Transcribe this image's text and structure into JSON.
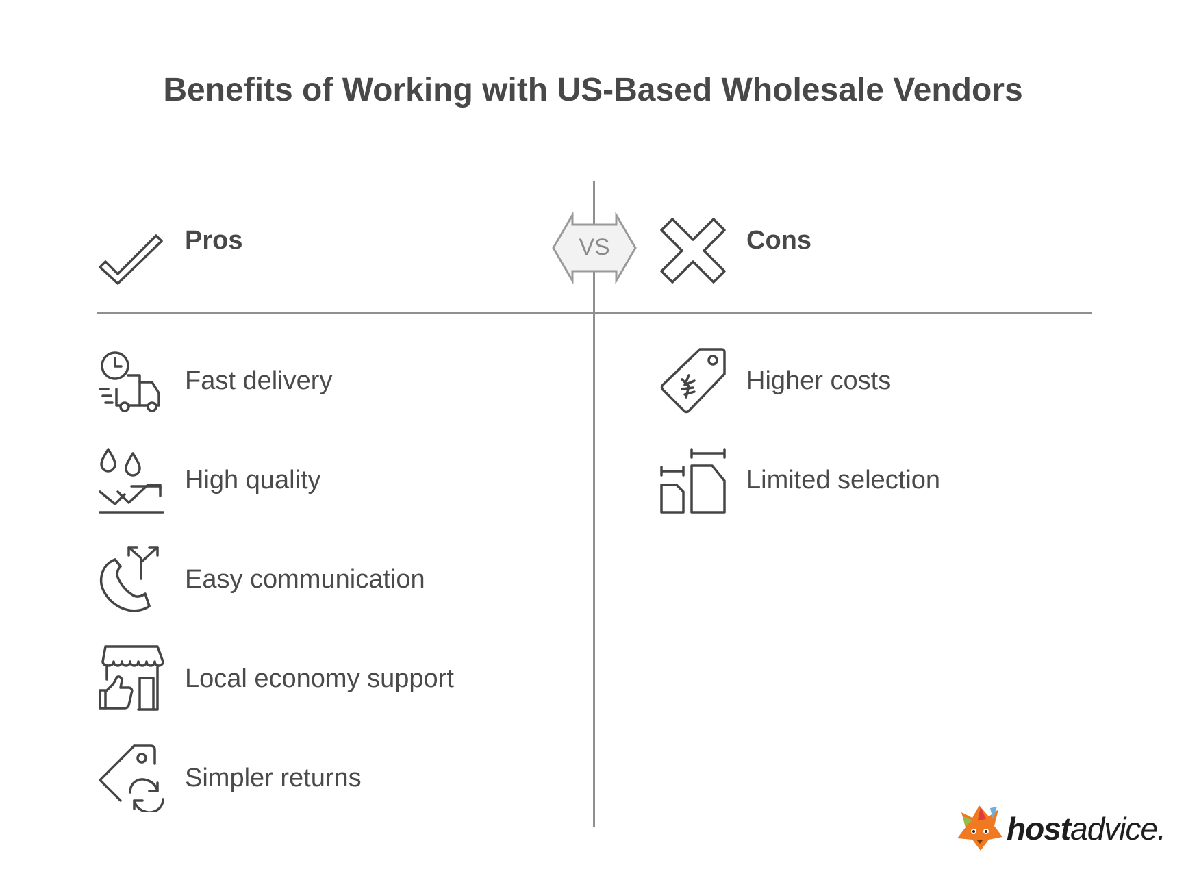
{
  "title": "Benefits of Working with US-Based Wholesale Vendors",
  "vs_label": "VS",
  "pros": {
    "heading": "Pros",
    "heading_icon": "checkmark-icon",
    "items": [
      {
        "label": "Fast delivery",
        "icon": "delivery-truck-clock-icon"
      },
      {
        "label": "High quality",
        "icon": "quality-drops-trend-icon"
      },
      {
        "label": "Easy communication",
        "icon": "phone-arrows-icon"
      },
      {
        "label": "Local economy support",
        "icon": "storefront-thumbs-up-icon"
      },
      {
        "label": "Simpler returns",
        "icon": "tag-return-icon"
      }
    ]
  },
  "cons": {
    "heading": "Cons",
    "heading_icon": "x-mark-icon",
    "items": [
      {
        "label": "Higher costs",
        "icon": "price-tag-yen-icon"
      },
      {
        "label": "Limited selection",
        "icon": "limited-sizes-icon"
      }
    ]
  },
  "logo": {
    "brand_bold": "host",
    "brand_light": "advice."
  },
  "colors": {
    "text": "#4a4a4a",
    "divider": "#8f8f8f",
    "vs_fill": "#f2f2f2",
    "logo_accent": "#f07a22"
  }
}
